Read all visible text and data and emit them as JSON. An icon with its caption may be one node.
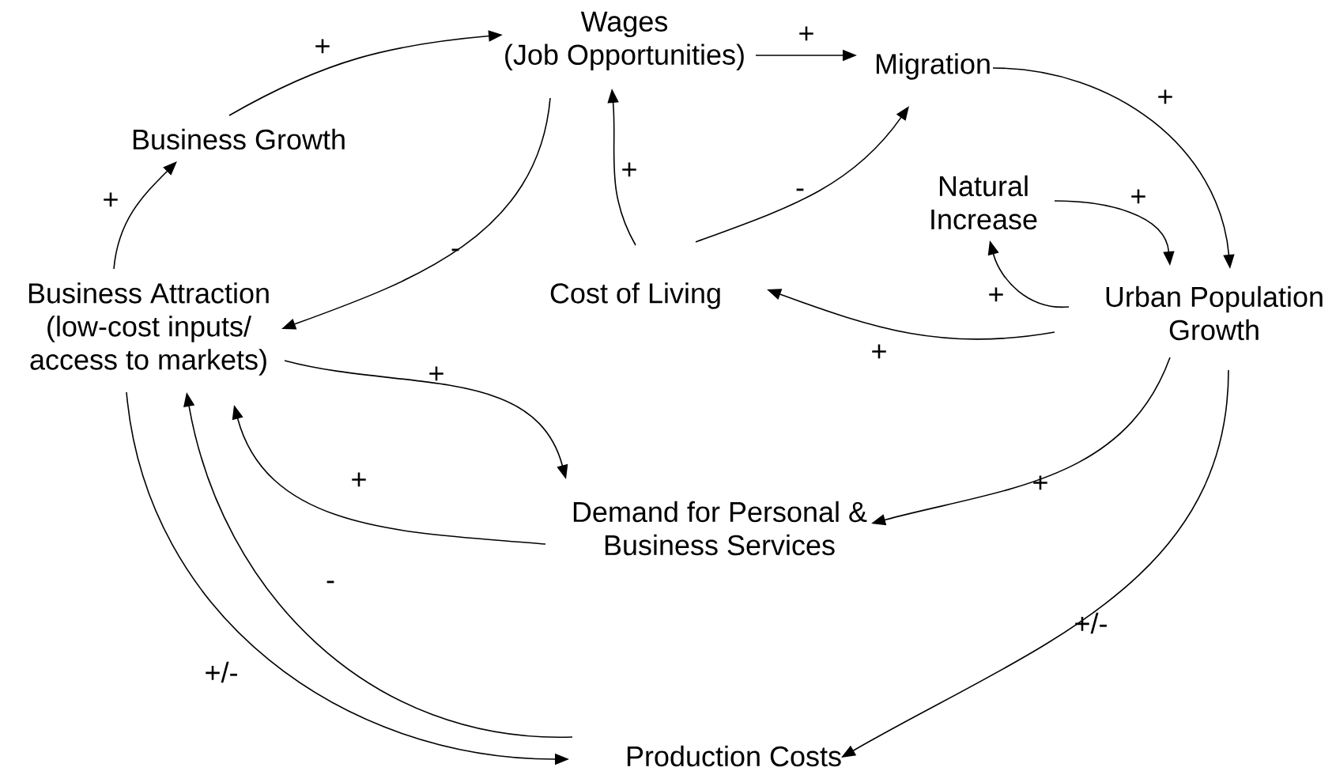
{
  "diagram": {
    "nodes": [
      {
        "text": [
          "Wages (Job Opportunities)"
        ]
      },
      {
        "text": [
          "Migration"
        ]
      },
      {
        "text": [
          "Business Growth"
        ]
      },
      {
        "text": [
          "Natural Increase"
        ]
      },
      {
        "text": [
          "Cost of Living"
        ]
      },
      {
        "text": [
          "Urban Population Growth"
        ]
      },
      {
        "text": [
          "Business Attraction (low-cost inputs/ access to markets)"
        ]
      },
      {
        "text": [
          "Demand for Personal & Business Services"
        ]
      },
      {
        "text": [
          "Production Costs"
        ]
      }
    ],
    "edges": [
      {
        "from": 2,
        "to": 0,
        "arrow": "to",
        "label": "+"
      },
      {
        "from": 0,
        "to": 1,
        "arrow": "to",
        "label": "+"
      },
      {
        "from": 1,
        "to": 5,
        "arrow": "to",
        "label": "+"
      },
      {
        "from": 0,
        "to": 6,
        "arrow": "to",
        "label": "-"
      },
      {
        "from": 6,
        "to": 2,
        "arrow": "to",
        "label": "+"
      },
      {
        "from": 4,
        "to": 0,
        "arrow": "to",
        "label": "+"
      },
      {
        "from": 4,
        "to": 1,
        "arrow": "to",
        "label": "-"
      },
      {
        "from": 3,
        "to": 5,
        "arrow": "to",
        "label": "+"
      },
      {
        "from": 5,
        "to": 3,
        "arrow": "to",
        "label": "+"
      },
      {
        "from": 5,
        "to": 4,
        "arrow": "to",
        "label": "+"
      },
      {
        "from": 6,
        "to": 7,
        "arrow": "to",
        "label": "+"
      },
      {
        "from": 7,
        "to": 6,
        "arrow": "to",
        "label": "+"
      },
      {
        "from": 5,
        "to": 7,
        "arrow": "to",
        "label": "+"
      },
      {
        "from": 8,
        "to": 6,
        "arrow": "to",
        "label": "-"
      },
      {
        "from": 6,
        "to": 8,
        "arrow": "to",
        "label": "+/-"
      },
      {
        "from": 5,
        "to": 8,
        "arrow": "to",
        "label": "+/-"
      }
    ]
  }
}
